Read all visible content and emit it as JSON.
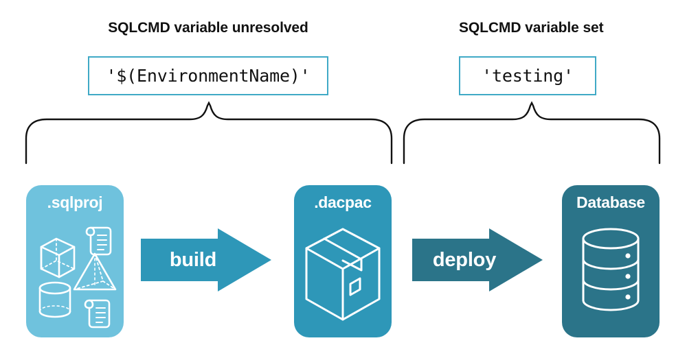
{
  "diagram": {
    "title_left": "SQLCMD variable unresolved",
    "title_right": "SQLCMD variable set",
    "code_left": "'$(EnvironmentName)'",
    "code_right": "'testing'",
    "stages": [
      {
        "label": ".sqlproj",
        "icon": "project-shapes-icon",
        "color": "#6fc2dd"
      },
      {
        "label": ".dacpac",
        "icon": "package-box-icon",
        "color": "#2e97b8"
      },
      {
        "label": "Database",
        "icon": "database-cylinder-icon",
        "color": "#2b7489"
      }
    ],
    "arrows": [
      {
        "label": "build",
        "icon": "right-arrow-icon",
        "color": "#2e97b8"
      },
      {
        "label": "deploy",
        "icon": "right-arrow-icon",
        "color": "#2b7489"
      }
    ],
    "braces": [
      {
        "name": "brace-build-scope",
        "icon": "curly-brace-up-icon"
      },
      {
        "name": "brace-deploy-scope",
        "icon": "curly-brace-up-icon"
      }
    ],
    "colors": {
      "light_blue": "#6fc2dd",
      "mid_blue": "#2e97b8",
      "dark_teal": "#2b7489",
      "border_blue": "#3fa9c6",
      "text": "#111111",
      "background": "#ffffff"
    }
  }
}
